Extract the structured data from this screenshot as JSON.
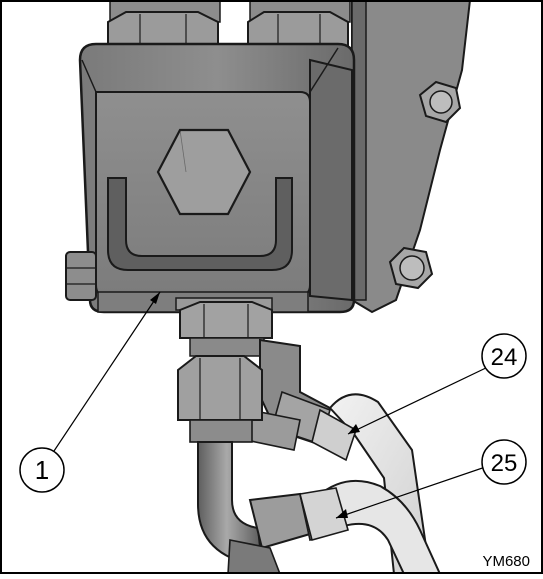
{
  "figure": {
    "callouts": [
      {
        "id": "1",
        "label": "1"
      },
      {
        "id": "24",
        "label": "24"
      },
      {
        "id": "25",
        "label": "25"
      }
    ],
    "figure_code": "YM680",
    "colors": {
      "frame": "#000000",
      "metal_dark": "#6f6f6f",
      "metal_mid": "#9a9a9a",
      "metal_light": "#c9c9c9",
      "hose_light": "#e4e4e4",
      "outline": "#1a1a1a"
    }
  }
}
